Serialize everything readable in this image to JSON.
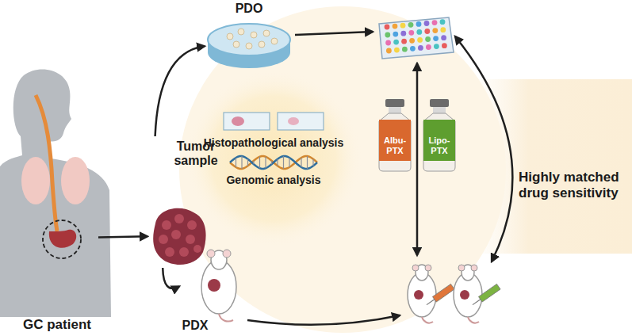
{
  "diagram": {
    "nodes": [
      {
        "text": [
          "GC patient"
        ]
      },
      {
        "text": [
          "Tumor sample"
        ]
      },
      {
        "text": [
          "PDO"
        ]
      },
      {
        "text": [
          "Albu-PTX"
        ]
      },
      {
        "text": [
          "Lipo-PTX"
        ]
      },
      {
        "text": [
          "PDX"
        ]
      }
    ],
    "edges": [
      {
        "from": 0,
        "to": 1,
        "arrow": "to"
      },
      {
        "from": 1,
        "to": 2,
        "arrow": "to"
      },
      {
        "from": 1,
        "to": 5,
        "arrow": "to"
      }
    ],
    "labels": [
      "Histopathological analysis",
      "Genomic analysis",
      "Highly matched drug sensitivity"
    ]
  }
}
